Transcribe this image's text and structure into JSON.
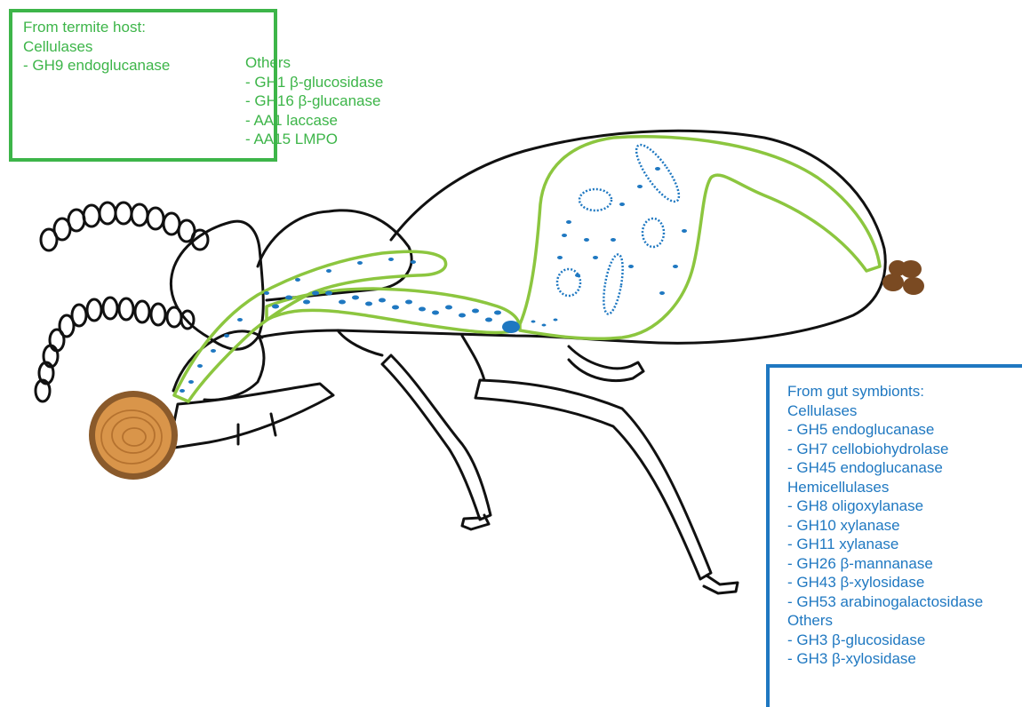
{
  "host_panel": {
    "title": "From termite host:",
    "cellulases_heading": "Cellulases",
    "cellulases": [
      "- GH9 endoglucanase"
    ],
    "others_heading": "Others",
    "others": [
      "- GH1 β-glucosidase",
      "- GH16 β-glucanase",
      "- AA1 laccase",
      "- AA15 LMPO"
    ],
    "color": "#3db549"
  },
  "symbiont_panel": {
    "title": "From gut symbionts:",
    "cellulases_heading": "Cellulases",
    "cellulases": [
      "- GH5 endoglucanase",
      "- GH7 cellobiohydrolase",
      "- GH45 endoglucanase"
    ],
    "hemicellulases_heading": "Hemicellulases",
    "hemicellulases": [
      "- GH8 oligoxylanase",
      "- GH10 xylanase",
      "- GH11 xylanase",
      "- GH26 β-mannanase",
      "- GH43 β-xylosidase",
      "- GH53 arabinogalactosidase"
    ],
    "others_heading": "Others",
    "others": [
      "- GH3 β-glucosidase",
      "- GH3 β-xylosidase"
    ],
    "color": "#1f78c1"
  },
  "colors": {
    "outline": "#111111",
    "gut": "#8cc63f",
    "microbe": "#1f78c1",
    "wood": "#d9954a",
    "bark": "#8a5a2b",
    "feces": "#7a4a22"
  }
}
